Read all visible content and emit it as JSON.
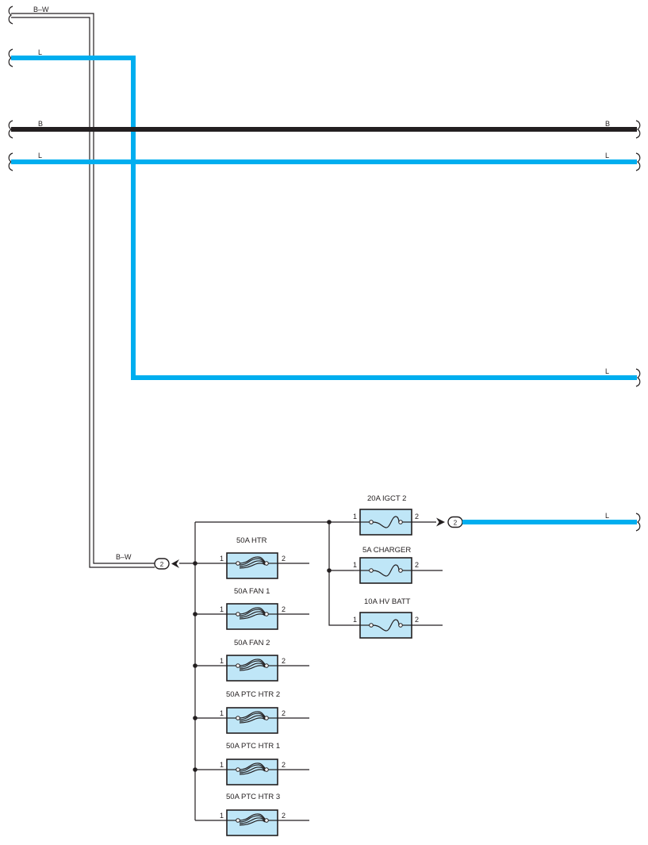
{
  "wires": {
    "bw_top": "B–W",
    "l_top": "L",
    "b_left": "B",
    "b_right": "B",
    "l_mid_left": "L",
    "l_mid_right": "L",
    "l_lower_right": "L",
    "l_igct_right": "L",
    "bw_bottom": "B–W"
  },
  "connectors": {
    "left": "2",
    "right": "2"
  },
  "fuses_left": [
    {
      "name": "50A HTR",
      "pin1": "1",
      "pin2": "2"
    },
    {
      "name": "50A FAN 1",
      "pin1": "1",
      "pin2": "2"
    },
    {
      "name": "50A FAN 2",
      "pin1": "1",
      "pin2": "2"
    },
    {
      "name": "50A PTC HTR 2",
      "pin1": "1",
      "pin2": "2"
    },
    {
      "name": "50A PTC HTR 1",
      "pin1": "1",
      "pin2": "2"
    },
    {
      "name": "50A PTC HTR 3",
      "pin1": "1",
      "pin2": "2"
    }
  ],
  "fuses_right": [
    {
      "name": "20A IGCT 2",
      "pin1": "1",
      "pin2": "2"
    },
    {
      "name": "5A CHARGER",
      "pin1": "1",
      "pin2": "2"
    },
    {
      "name": "10A HV BATT",
      "pin1": "1",
      "pin2": "2"
    }
  ],
  "colors": {
    "blue_wire": "#00aeef",
    "black_wire": "#231f20",
    "fuse_fill": "#bfe6f7"
  }
}
